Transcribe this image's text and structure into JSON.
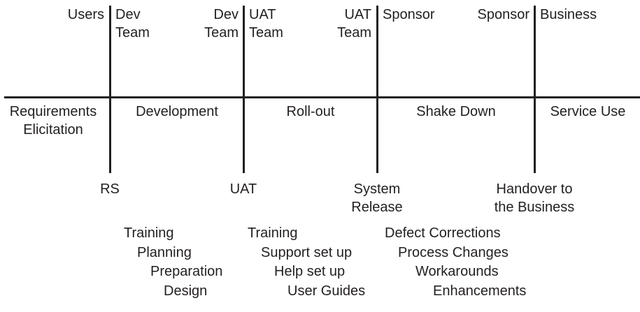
{
  "handoffs": [
    {
      "from": "Users",
      "to": [
        "Dev",
        "Team"
      ]
    },
    {
      "from": [
        "Dev",
        "Team"
      ],
      "to": [
        "UAT",
        "Team"
      ]
    },
    {
      "from": [
        "UAT",
        "Team"
      ],
      "to": "Sponsor"
    },
    {
      "from": "Sponsor",
      "to": "Business"
    }
  ],
  "phases": [
    [
      "Requirements",
      "Elicitation"
    ],
    "Development",
    "Roll-out",
    "Shake Down",
    "Service Use"
  ],
  "milestones": [
    "RS",
    "UAT",
    [
      "System",
      "Release"
    ],
    [
      "Handover to",
      "the Business"
    ]
  ],
  "activity_lists": [
    [
      "Training",
      "Planning",
      "Preparation",
      "Design"
    ],
    [
      "Training",
      "Support set up",
      "Help set up",
      "User Guides"
    ],
    [
      "Defect Corrections",
      "Process Changes",
      "Workarounds",
      "Enhancements"
    ]
  ]
}
